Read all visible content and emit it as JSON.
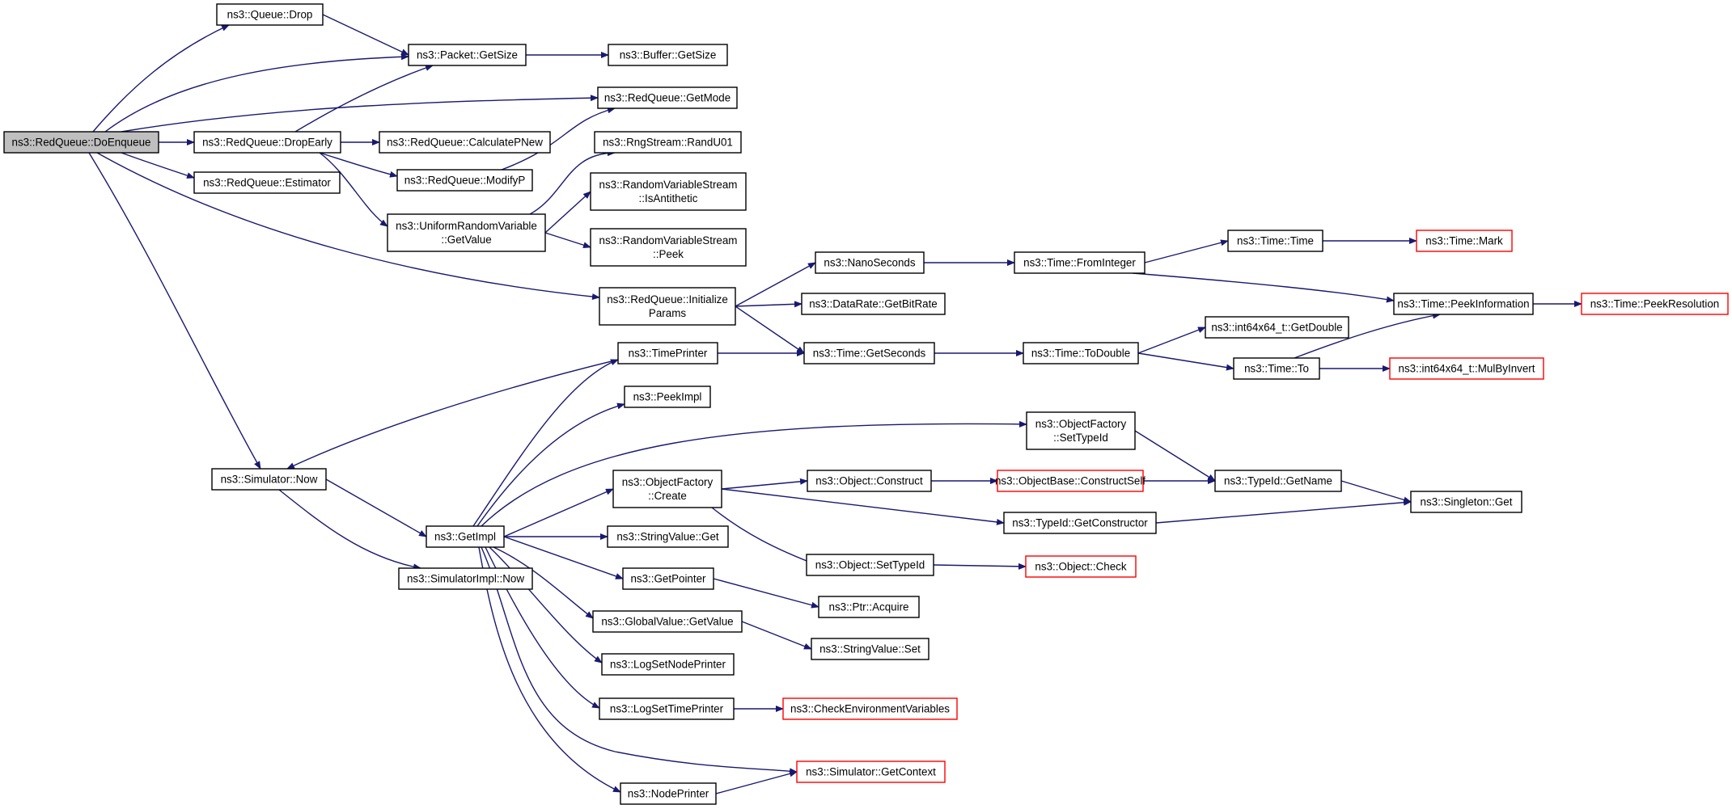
{
  "colors": {
    "edge": "#191970",
    "node_border": "#000000",
    "node_border_truncated": "#ff0000",
    "root_fill": "#bfbfbf",
    "node_fill": "#ffffff"
  },
  "nodes": [
    {
      "id": "doenqueue",
      "lines": [
        "ns3::RedQueue::DoEnqueue"
      ],
      "style": "root"
    },
    {
      "id": "queuedrop",
      "lines": [
        "ns3::Queue::Drop"
      ],
      "style": "normal"
    },
    {
      "id": "packetgetsize",
      "lines": [
        "ns3::Packet::GetSize"
      ],
      "style": "normal"
    },
    {
      "id": "buffergetsize",
      "lines": [
        "ns3::Buffer::GetSize"
      ],
      "style": "normal"
    },
    {
      "id": "getmode",
      "lines": [
        "ns3::RedQueue::GetMode"
      ],
      "style": "normal"
    },
    {
      "id": "dropearly",
      "lines": [
        "ns3::RedQueue::DropEarly"
      ],
      "style": "normal"
    },
    {
      "id": "calcpnew",
      "lines": [
        "ns3::RedQueue::CalculatePNew"
      ],
      "style": "normal"
    },
    {
      "id": "randu01",
      "lines": [
        "ns3::RngStream::RandU01"
      ],
      "style": "normal"
    },
    {
      "id": "modifyp",
      "lines": [
        "ns3::RedQueue::ModifyP"
      ],
      "style": "normal"
    },
    {
      "id": "estimator",
      "lines": [
        "ns3::RedQueue::Estimator"
      ],
      "style": "normal"
    },
    {
      "id": "isantithetic",
      "lines": [
        "ns3::RandomVariableStream",
        "::IsAntithetic"
      ],
      "style": "normal"
    },
    {
      "id": "urvgetvalue",
      "lines": [
        "ns3::UniformRandomVariable",
        "::GetValue"
      ],
      "style": "normal"
    },
    {
      "id": "peek",
      "lines": [
        "ns3::RandomVariableStream",
        "::Peek"
      ],
      "style": "normal"
    },
    {
      "id": "nanoseconds",
      "lines": [
        "ns3::NanoSeconds"
      ],
      "style": "normal"
    },
    {
      "id": "frominteger",
      "lines": [
        "ns3::Time::FromInteger"
      ],
      "style": "normal"
    },
    {
      "id": "timetime",
      "lines": [
        "ns3::Time::Time"
      ],
      "style": "normal"
    },
    {
      "id": "timemark",
      "lines": [
        "ns3::Time::Mark"
      ],
      "style": "truncated"
    },
    {
      "id": "initparams",
      "lines": [
        "ns3::RedQueue::Initialize",
        "Params"
      ],
      "style": "normal"
    },
    {
      "id": "getbitrate",
      "lines": [
        "ns3::DataRate::GetBitRate"
      ],
      "style": "normal"
    },
    {
      "id": "peekinfo",
      "lines": [
        "ns3::Time::PeekInformation"
      ],
      "style": "normal"
    },
    {
      "id": "peekres",
      "lines": [
        "ns3::Time::PeekResolution"
      ],
      "style": "truncated"
    },
    {
      "id": "getdouble",
      "lines": [
        "ns3::int64x64_t::GetDouble"
      ],
      "style": "normal"
    },
    {
      "id": "timeprinter",
      "lines": [
        "ns3::TimePrinter"
      ],
      "style": "normal"
    },
    {
      "id": "getseconds",
      "lines": [
        "ns3::Time::GetSeconds"
      ],
      "style": "normal"
    },
    {
      "id": "todouble",
      "lines": [
        "ns3::Time::ToDouble"
      ],
      "style": "normal"
    },
    {
      "id": "timeto",
      "lines": [
        "ns3::Time::To"
      ],
      "style": "normal"
    },
    {
      "id": "mulbyinvert",
      "lines": [
        "ns3::int64x64_t::MulByInvert"
      ],
      "style": "truncated"
    },
    {
      "id": "peekimpl",
      "lines": [
        "ns3::PeekImpl"
      ],
      "style": "normal"
    },
    {
      "id": "ofsettypeid",
      "lines": [
        "ns3::ObjectFactory",
        "::SetTypeId"
      ],
      "style": "normal"
    },
    {
      "id": "simnow",
      "lines": [
        "ns3::Simulator::Now"
      ],
      "style": "normal"
    },
    {
      "id": "ofcreate",
      "lines": [
        "ns3::ObjectFactory",
        "::Create"
      ],
      "style": "normal"
    },
    {
      "id": "objconstruct",
      "lines": [
        "ns3::Object::Construct"
      ],
      "style": "normal"
    },
    {
      "id": "constructself",
      "lines": [
        "ns3::ObjectBase::ConstructSelf"
      ],
      "style": "truncated"
    },
    {
      "id": "typeidgetname",
      "lines": [
        "ns3::TypeId::GetName"
      ],
      "style": "normal"
    },
    {
      "id": "singletonget",
      "lines": [
        "ns3::Singleton::Get"
      ],
      "style": "normal"
    },
    {
      "id": "getconstructor",
      "lines": [
        "ns3::TypeId::GetConstructor"
      ],
      "style": "normal"
    },
    {
      "id": "getimpl",
      "lines": [
        "ns3::GetImpl"
      ],
      "style": "normal"
    },
    {
      "id": "stringvalueget",
      "lines": [
        "ns3::StringValue::Get"
      ],
      "style": "normal"
    },
    {
      "id": "objsettypeid",
      "lines": [
        "ns3::Object::SetTypeId"
      ],
      "style": "normal"
    },
    {
      "id": "objcheck",
      "lines": [
        "ns3::Object::Check"
      ],
      "style": "truncated"
    },
    {
      "id": "simimplnow",
      "lines": [
        "ns3::SimulatorImpl::Now"
      ],
      "style": "normal"
    },
    {
      "id": "getpointer",
      "lines": [
        "ns3::GetPointer"
      ],
      "style": "normal"
    },
    {
      "id": "ptracquire",
      "lines": [
        "ns3::Ptr::Acquire"
      ],
      "style": "normal"
    },
    {
      "id": "gvgetvalue",
      "lines": [
        "ns3::GlobalValue::GetValue"
      ],
      "style": "normal"
    },
    {
      "id": "stringvalueset",
      "lines": [
        "ns3::StringValue::Set"
      ],
      "style": "normal"
    },
    {
      "id": "logsetnodeprinter",
      "lines": [
        "ns3::LogSetNodePrinter"
      ],
      "style": "normal"
    },
    {
      "id": "logsettimeprinter",
      "lines": [
        "ns3::LogSetTimePrinter"
      ],
      "style": "normal"
    },
    {
      "id": "checkenv",
      "lines": [
        "ns3::CheckEnvironmentVariables"
      ],
      "style": "truncated"
    },
    {
      "id": "simgetcontext",
      "lines": [
        "ns3::Simulator::GetContext"
      ],
      "style": "truncated"
    },
    {
      "id": "nodeprinter",
      "lines": [
        "ns3::NodePrinter"
      ],
      "style": "normal"
    }
  ],
  "edges": [
    [
      "doenqueue",
      "queuedrop"
    ],
    [
      "doenqueue",
      "packetgetsize"
    ],
    [
      "doenqueue",
      "getmode"
    ],
    [
      "doenqueue",
      "dropearly"
    ],
    [
      "doenqueue",
      "estimator"
    ],
    [
      "doenqueue",
      "initparams"
    ],
    [
      "doenqueue",
      "simnow"
    ],
    [
      "queuedrop",
      "packetgetsize"
    ],
    [
      "packetgetsize",
      "buffergetsize"
    ],
    [
      "dropearly",
      "packetgetsize"
    ],
    [
      "dropearly",
      "calcpnew"
    ],
    [
      "dropearly",
      "modifyp"
    ],
    [
      "dropearly",
      "urvgetvalue"
    ],
    [
      "modifyp",
      "getmode"
    ],
    [
      "urvgetvalue",
      "randu01"
    ],
    [
      "urvgetvalue",
      "isantithetic"
    ],
    [
      "urvgetvalue",
      "peek"
    ],
    [
      "initparams",
      "nanoseconds"
    ],
    [
      "initparams",
      "getbitrate"
    ],
    [
      "initparams",
      "getseconds"
    ],
    [
      "nanoseconds",
      "frominteger"
    ],
    [
      "frominteger",
      "timetime"
    ],
    [
      "frominteger",
      "peekinfo"
    ],
    [
      "timetime",
      "timemark"
    ],
    [
      "peekinfo",
      "peekres"
    ],
    [
      "timeprinter",
      "getseconds"
    ],
    [
      "timeprinter",
      "simnow"
    ],
    [
      "getseconds",
      "todouble"
    ],
    [
      "todouble",
      "getdouble"
    ],
    [
      "todouble",
      "timeto"
    ],
    [
      "timeto",
      "peekinfo"
    ],
    [
      "timeto",
      "mulbyinvert"
    ],
    [
      "simnow",
      "getimpl"
    ],
    [
      "simnow",
      "simimplnow"
    ],
    [
      "getimpl",
      "timeprinter"
    ],
    [
      "getimpl",
      "peekimpl"
    ],
    [
      "getimpl",
      "ofsettypeid"
    ],
    [
      "getimpl",
      "ofcreate"
    ],
    [
      "getimpl",
      "stringvalueget"
    ],
    [
      "getimpl",
      "getpointer"
    ],
    [
      "getimpl",
      "gvgetvalue"
    ],
    [
      "getimpl",
      "logsetnodeprinter"
    ],
    [
      "getimpl",
      "logsettimeprinter"
    ],
    [
      "getimpl",
      "simgetcontext"
    ],
    [
      "getimpl",
      "nodeprinter"
    ],
    [
      "ofsettypeid",
      "typeidgetname"
    ],
    [
      "ofcreate",
      "objconstruct"
    ],
    [
      "ofcreate",
      "getconstructor"
    ],
    [
      "ofcreate",
      "objsettypeid"
    ],
    [
      "objconstruct",
      "constructself"
    ],
    [
      "constructself",
      "typeidgetname"
    ],
    [
      "typeidgetname",
      "singletonget"
    ],
    [
      "getconstructor",
      "singletonget"
    ],
    [
      "objsettypeid",
      "objcheck"
    ],
    [
      "getpointer",
      "ptracquire"
    ],
    [
      "gvgetvalue",
      "stringvalueset"
    ],
    [
      "logsettimeprinter",
      "checkenv"
    ],
    [
      "nodeprinter",
      "simgetcontext"
    ]
  ]
}
